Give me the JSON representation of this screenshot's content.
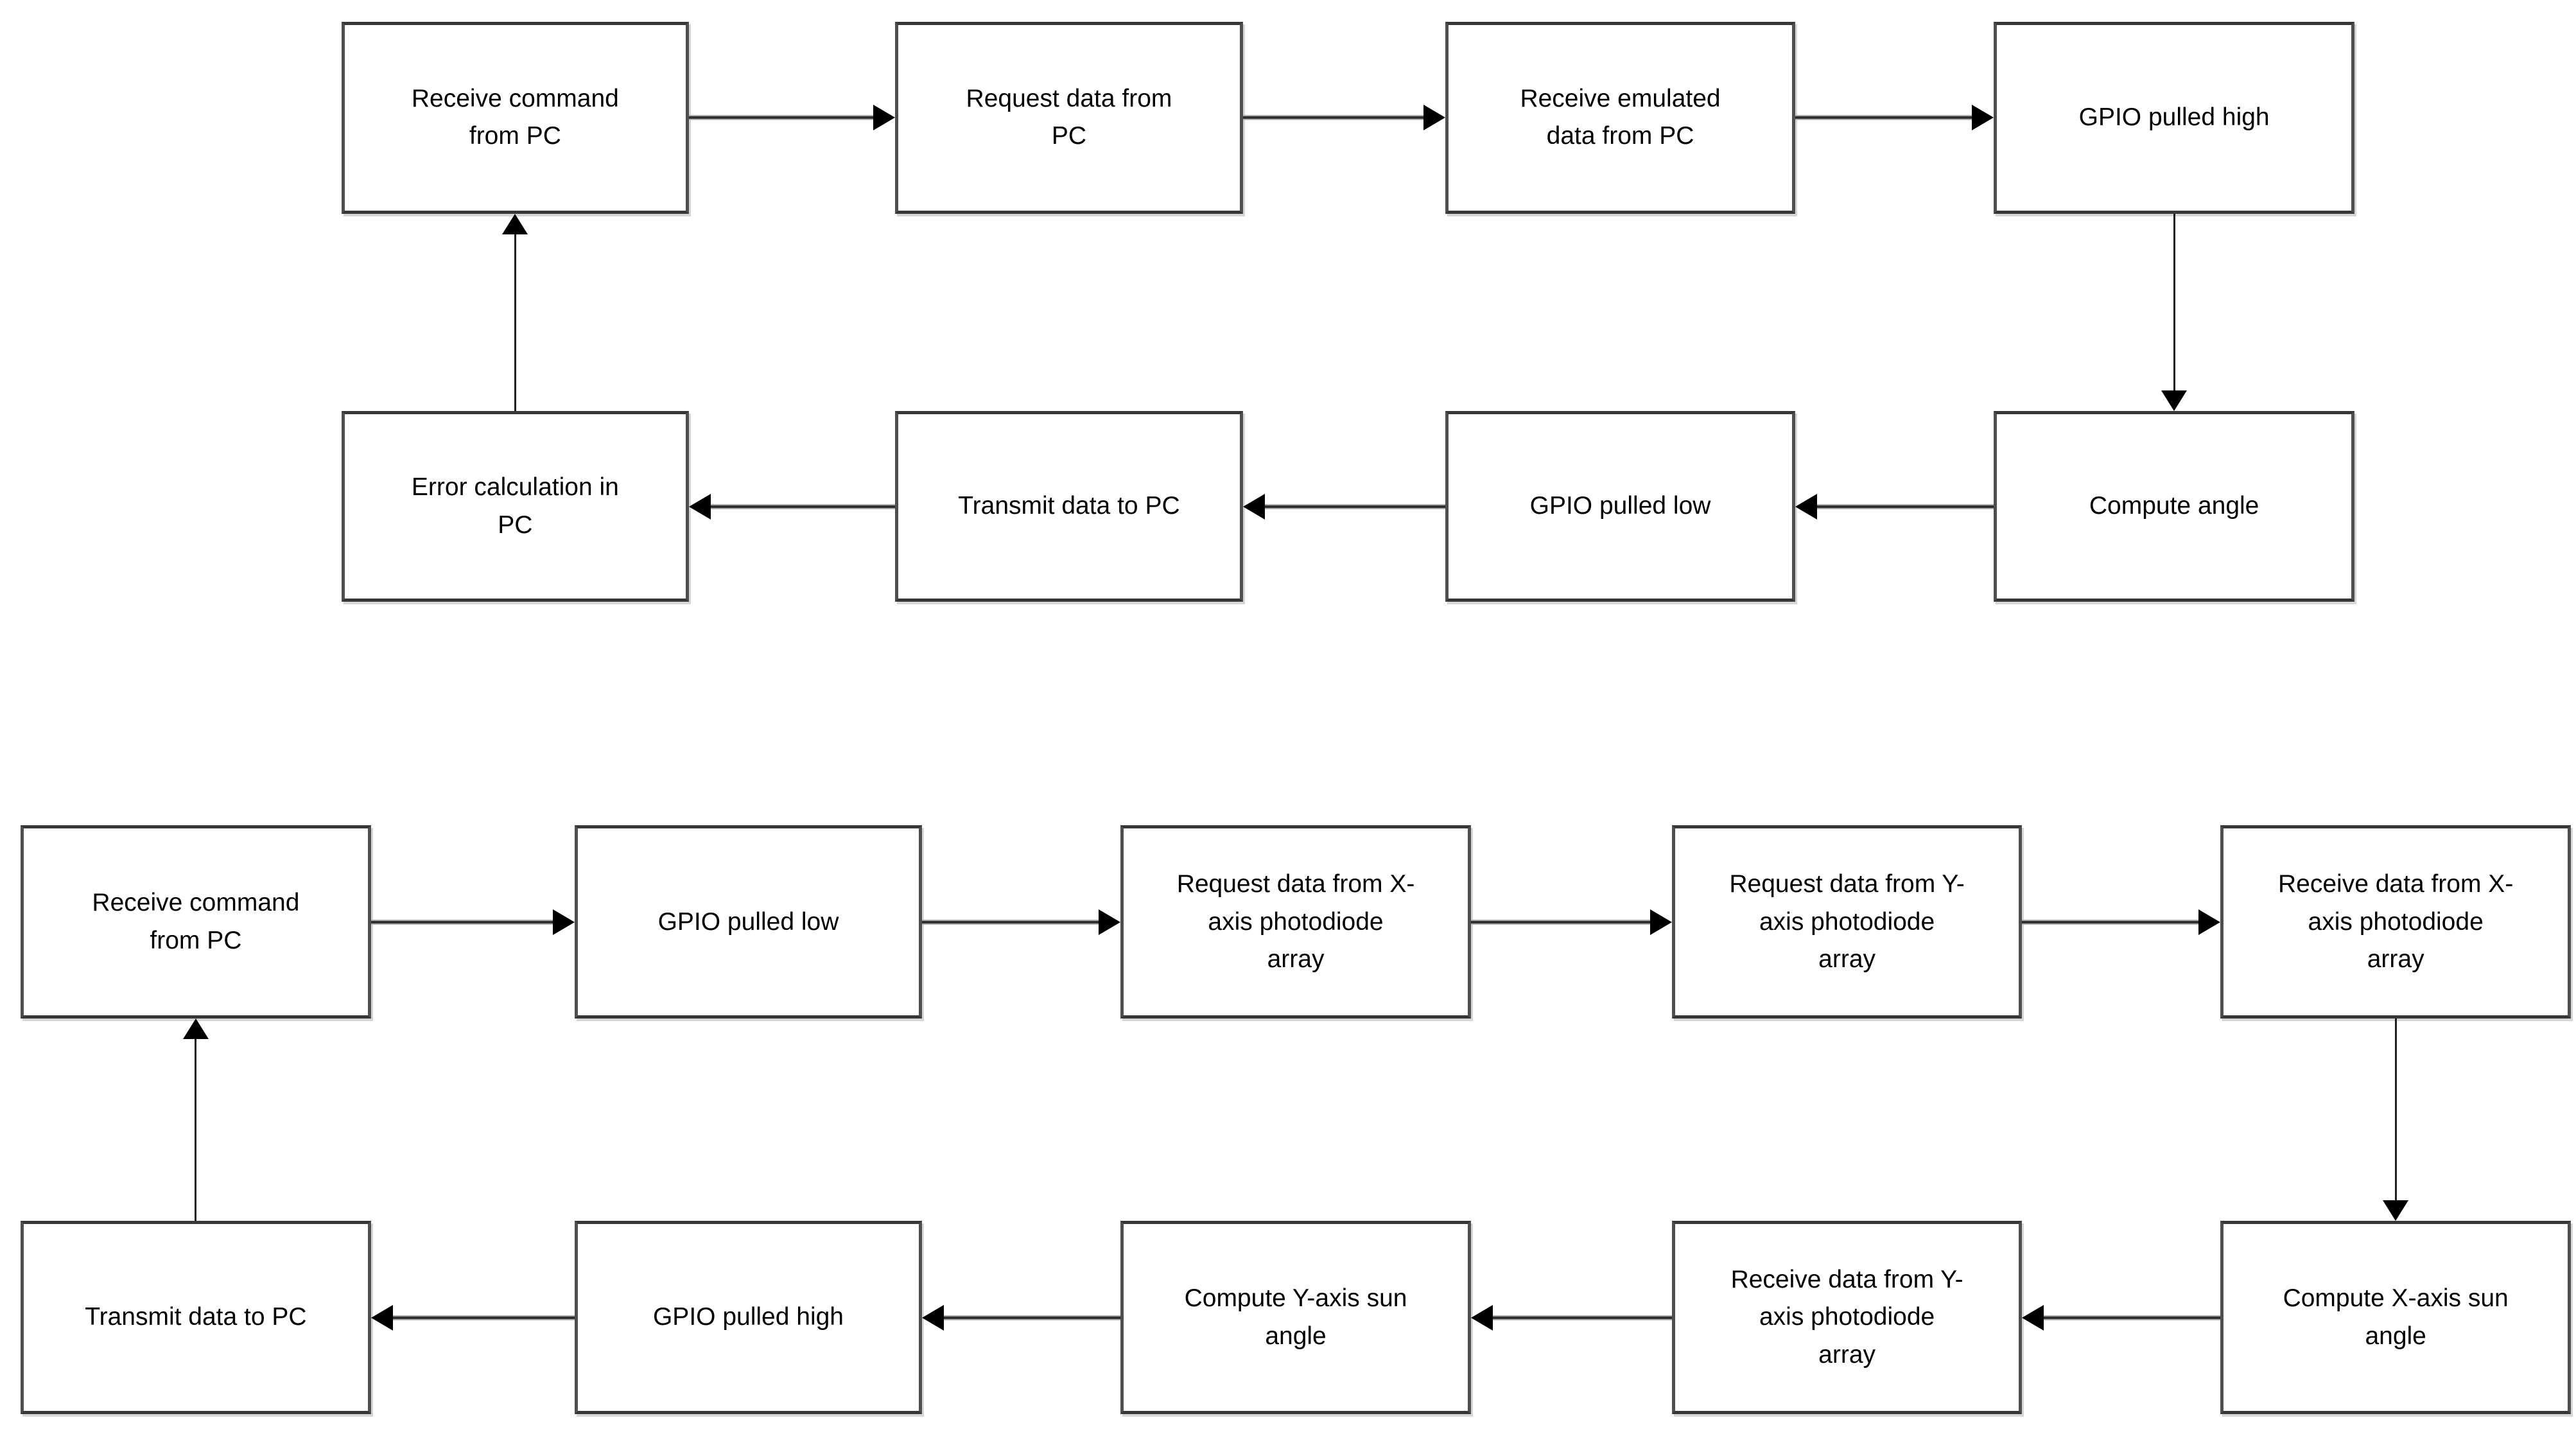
{
  "page": {
    "background_color": "#ffffff",
    "box_border_color": "#4a4a4a",
    "arrow_line_color": "#303030",
    "arrow_head_color": "#000000",
    "text_color": "#000000"
  },
  "flowchart_top": {
    "description": "emulated-data control loop",
    "row1": [
      {
        "label": "Receive command\nfrom PC"
      },
      {
        "label": "Request data from\nPC"
      },
      {
        "label": "Receive emulated\ndata from PC"
      },
      {
        "label": "GPIO pulled high"
      }
    ],
    "row2": [
      {
        "label": "Error calculation in\nPC"
      },
      {
        "label": "Transmit data to PC"
      },
      {
        "label": "GPIO pulled low"
      },
      {
        "label": "Compute angle"
      }
    ]
  },
  "flowchart_bottom": {
    "description": "photodiode-array sun-angle loop",
    "row1": [
      {
        "label": "Receive command\nfrom PC"
      },
      {
        "label": "GPIO pulled low"
      },
      {
        "label": "Request data from X-\naxis photodiode\narray"
      },
      {
        "label": "Request data from Y-\naxis photodiode\narray"
      },
      {
        "label": "Receive data from X-\naxis photodiode\narray"
      }
    ],
    "row2": [
      {
        "label": "Transmit data to PC"
      },
      {
        "label": "GPIO pulled high"
      },
      {
        "label": "Compute Y-axis sun\nangle"
      },
      {
        "label": "Receive data from Y-\naxis photodiode\narray"
      },
      {
        "label": "Compute X-axis sun\nangle"
      }
    ]
  }
}
